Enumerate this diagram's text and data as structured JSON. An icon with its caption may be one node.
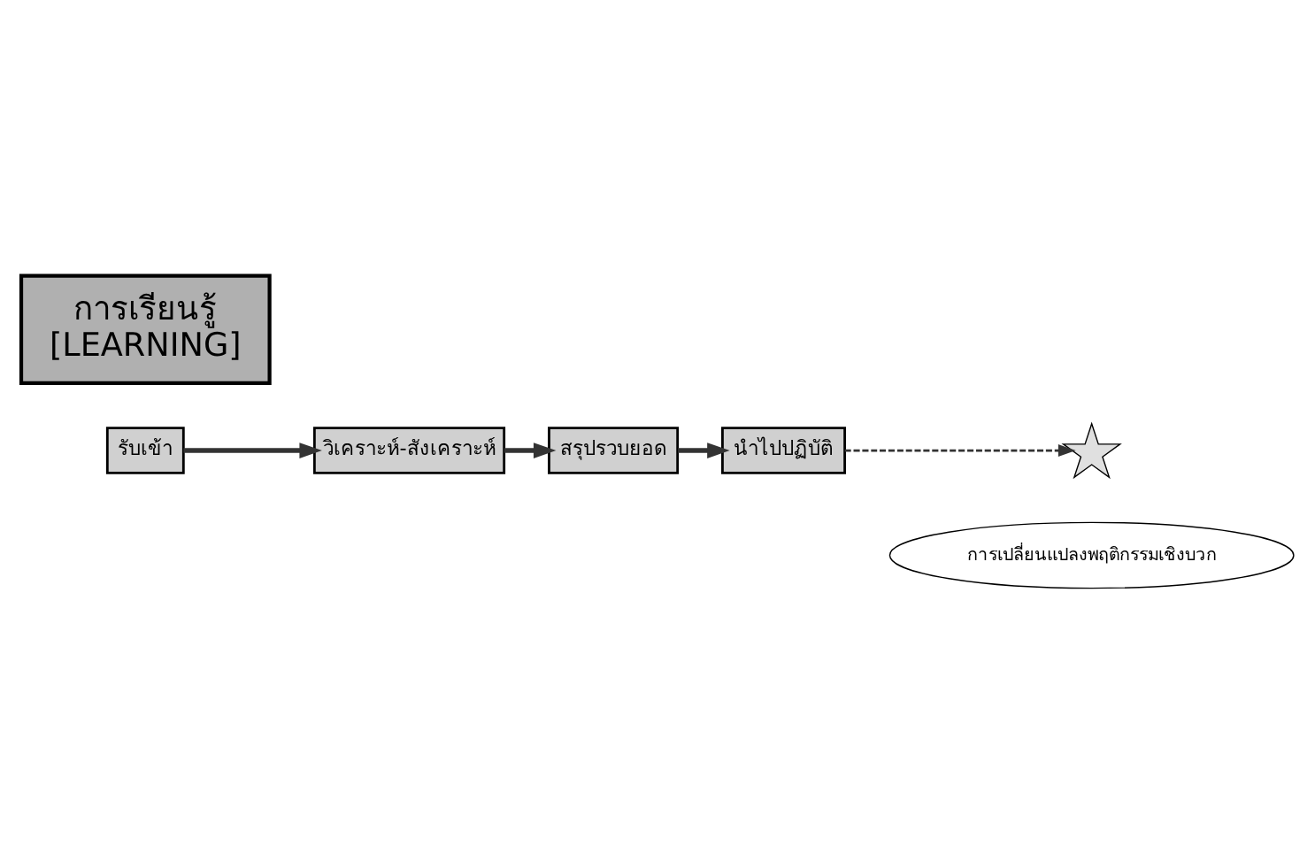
{
  "diagram": {
    "nodes": [
      {
        "text": [
          "การเรียนรู้",
          "[LEARNING]"
        ]
      },
      {
        "text": [
          "รับเข้า"
        ]
      },
      {
        "text": [
          "วิเคราะห์-สังเคราะห์"
        ]
      },
      {
        "text": [
          "สรุปรวบยอด"
        ]
      },
      {
        "text": [
          "นำไปปฏิบัติ"
        ]
      },
      {
        "text": [],
        "shape": "star"
      },
      {
        "text": [
          "การเปลี่ยนแปลงพฤติกรรมเชิงบวก"
        ]
      }
    ],
    "edges": [
      {
        "from": 1,
        "to": 2,
        "arrow": "to"
      },
      {
        "from": 2,
        "to": 3,
        "arrow": "to"
      },
      {
        "from": 3,
        "to": 4,
        "arrow": "to"
      },
      {
        "from": 4,
        "to": 5,
        "arrow": "to",
        "style": "dashed"
      }
    ]
  }
}
